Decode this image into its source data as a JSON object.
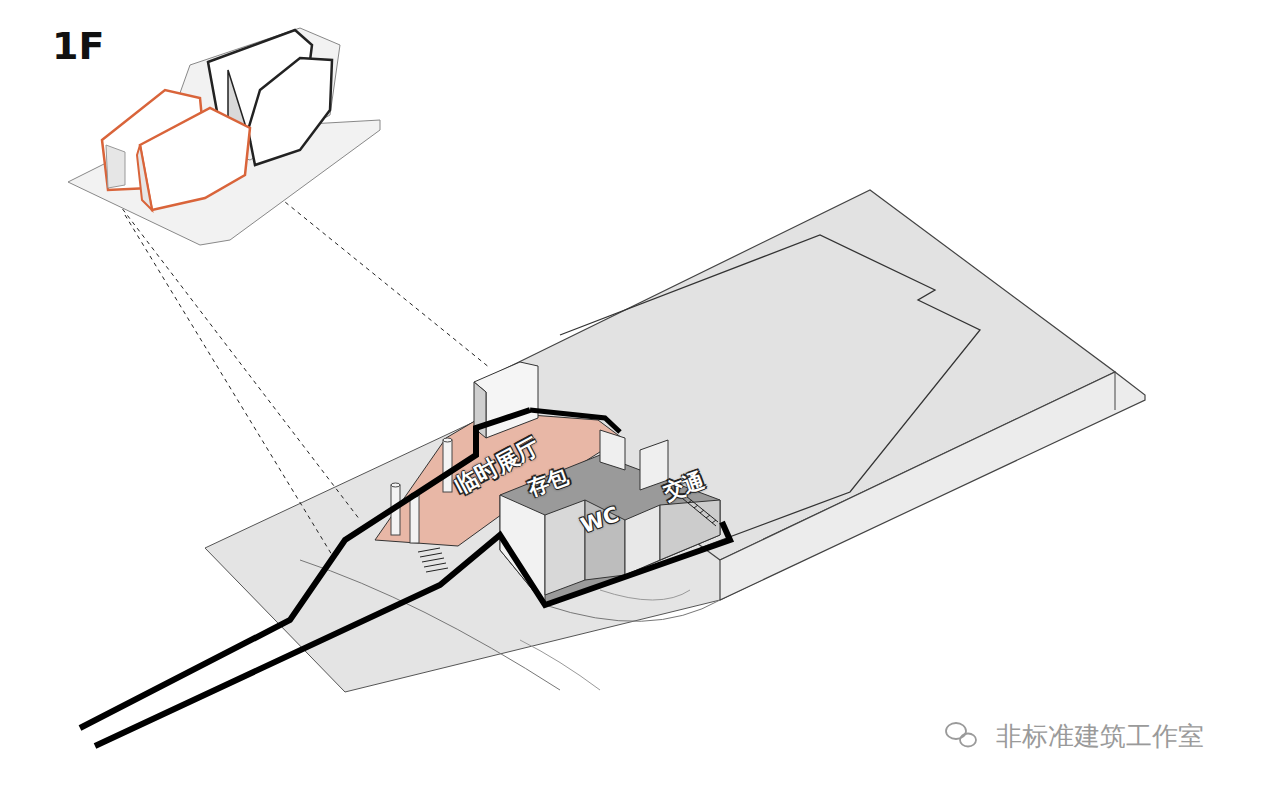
{
  "diagram": {
    "title": "1F",
    "labels": [
      "临时展厅",
      "存包",
      "WC",
      "交通",
      "非标准建筑工作室"
    ]
  }
}
